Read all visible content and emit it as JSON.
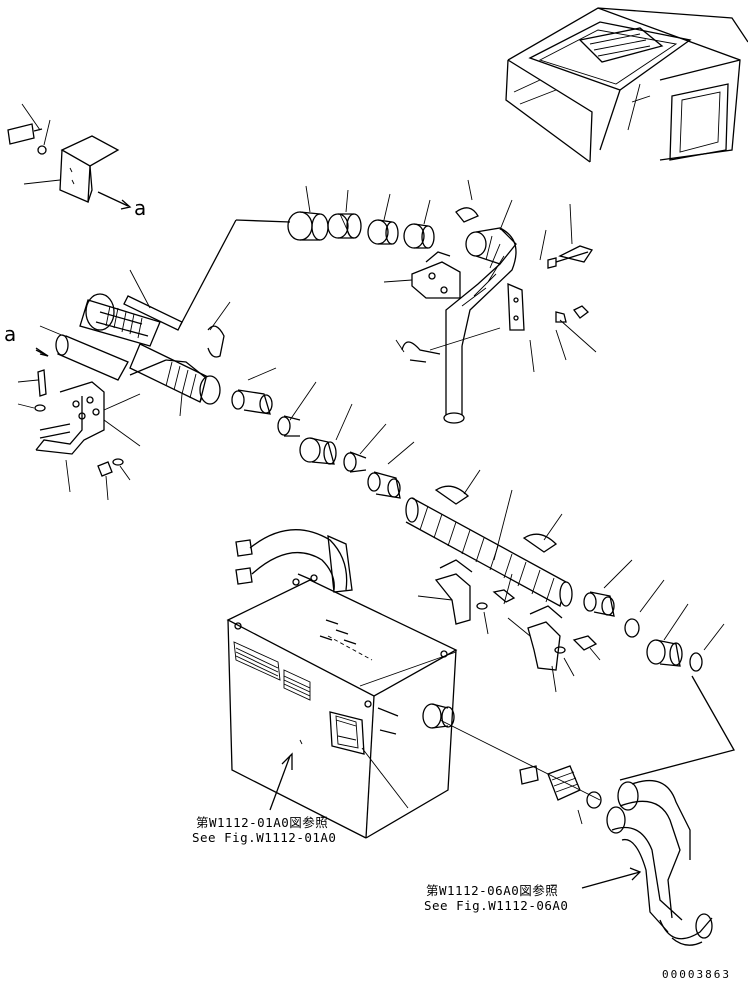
{
  "references": [
    {
      "jp": "第W1112-01A0図参照",
      "en": "See Fig.W1112-01A0"
    },
    {
      "jp": "第W1112-06A0図参照",
      "en": "See Fig.W1112-06A0"
    }
  ],
  "callouts": {
    "top": "a",
    "left": "a"
  },
  "drawing_number": "00003863"
}
